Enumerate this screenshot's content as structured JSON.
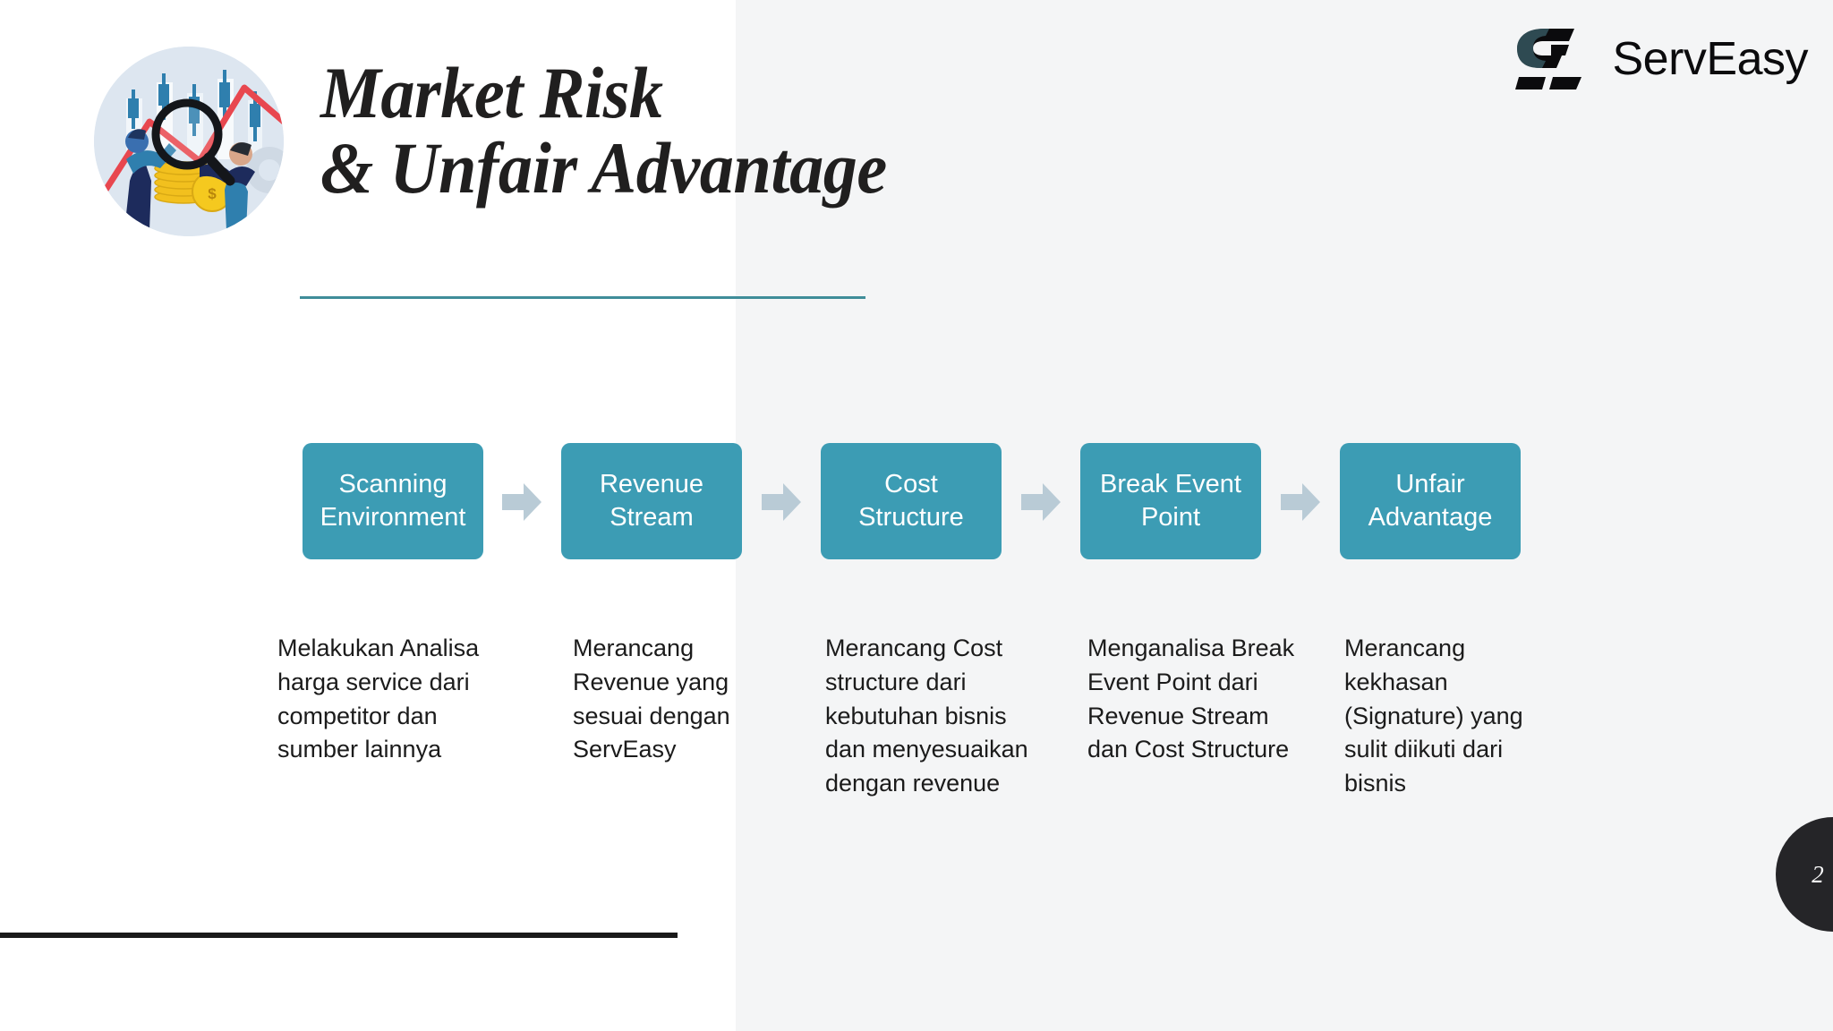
{
  "slide": {
    "title_line1": "Market Risk",
    "title_line2": "& Unfair Advantage",
    "page_number": "2",
    "accent_color": "#3c9cb4",
    "rule_color": "#3f8d99",
    "arrow_color": "#b9cbd6",
    "bg_left_color": "#ffffff",
    "bg_right_color": "#f4f5f6",
    "badge_color": "#252528"
  },
  "brand": {
    "name": "ServEasy",
    "mark_icon": "serveasy-monogram-icon"
  },
  "hero": {
    "icon": "market-analysis-illustration"
  },
  "flow": {
    "arrow_icon": "right-chevron-arrow-icon",
    "steps": [
      {
        "label": "Scanning Environment",
        "description": "Melakukan Analisa harga service dari competitor dan sumber lainnya"
      },
      {
        "label": "Revenue Stream",
        "description": "Merancang Revenue yang sesuai dengan ServEasy"
      },
      {
        "label": "Cost Structure",
        "description": "Merancang Cost structure dari kebutuhan bisnis dan menyesuaikan dengan revenue"
      },
      {
        "label": "Break Event Point",
        "description": "Menganalisa Break Event Point dari Revenue Stream dan Cost Structure"
      },
      {
        "label": "Unfair Advantage",
        "description": "Merancang kekhasan (Signature) yang sulit diikuti dari bisnis"
      }
    ]
  }
}
